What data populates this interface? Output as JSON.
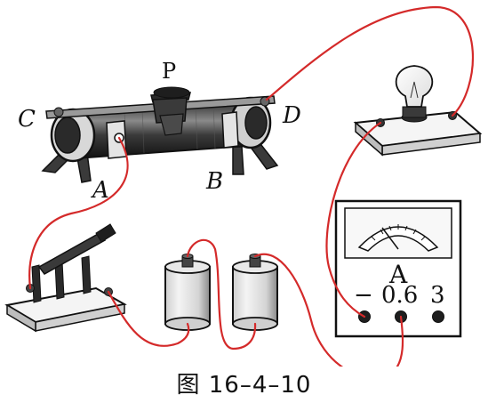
{
  "labels": {
    "slider": "P",
    "terminal_c": "C",
    "terminal_d": "D",
    "terminal_a": "A",
    "terminal_b": "B",
    "ammeter_symbol": "A",
    "ammeter_minus": "−",
    "ammeter_06": "0.6",
    "ammeter_3": "3"
  },
  "caption": "图 16–4–10",
  "colors": {
    "wire": "#d42a2a",
    "outline": "#1a1a1a"
  }
}
